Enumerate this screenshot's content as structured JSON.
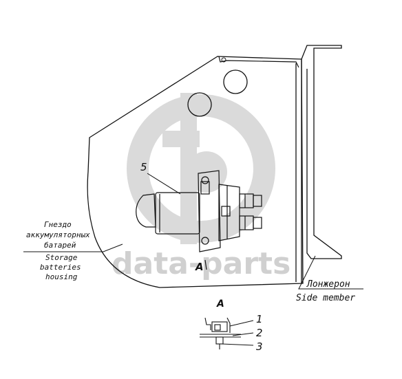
{
  "labels": {
    "storage_ru_1": "Гнездо",
    "storage_ru_2": "аккумуляторных",
    "storage_ru_3": "батарей",
    "storage_en_1": "Storage",
    "storage_en_2": "batteries",
    "storage_en_3": "housing",
    "side_member_ru": "Лонжерон",
    "side_member_en": "Side member",
    "view_marker": "A",
    "view_title": "A",
    "part_1": "1",
    "part_2": "2",
    "part_3": "3",
    "part_5": "5"
  },
  "watermark": {
    "text": "data-parts",
    "color": "#d0d0d0"
  },
  "colors": {
    "line": "#111111",
    "watermark": "#cfcfcf"
  }
}
